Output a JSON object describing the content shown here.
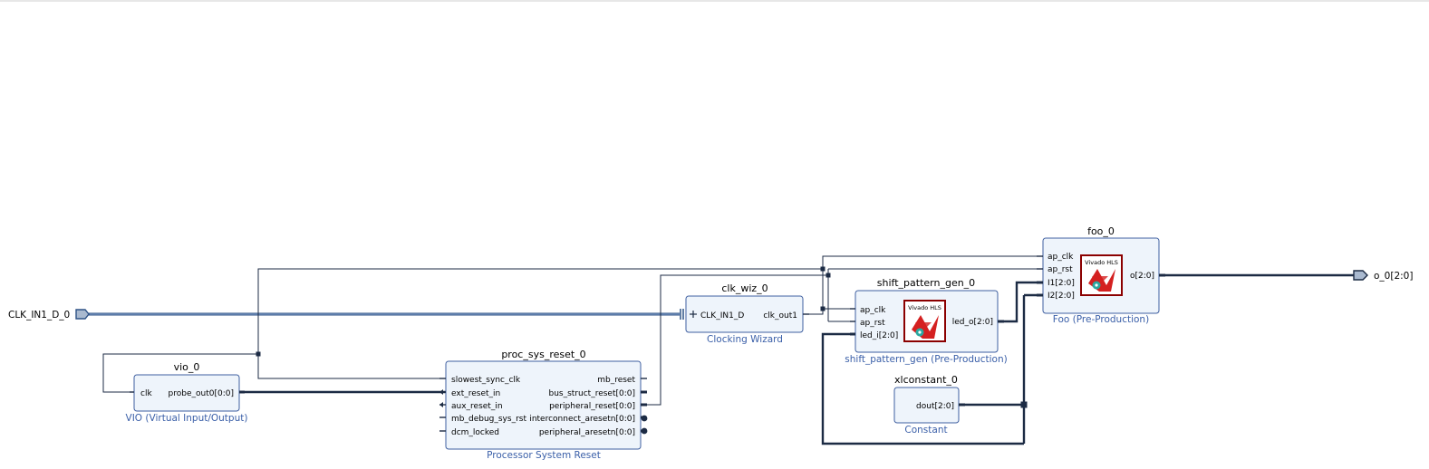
{
  "ports": {
    "clk_in": "CLK_IN1_D_0",
    "out": "o_0[2:0]"
  },
  "blocks": {
    "vio": {
      "name": "vio_0",
      "subtitle": "VIO (Virtual Input/Output)",
      "pins": {
        "clk": "clk",
        "probe_out0": "probe_out0[0:0]"
      }
    },
    "proc_sys_reset": {
      "name": "proc_sys_reset_0",
      "subtitle": "Processor System Reset",
      "inputs": [
        "slowest_sync_clk",
        "ext_reset_in",
        "aux_reset_in",
        "mb_debug_sys_rst",
        "dcm_locked"
      ],
      "outputs": [
        "mb_reset",
        "bus_struct_reset[0:0]",
        "peripheral_reset[0:0]",
        "interconnect_aresetn[0:0]",
        "peripheral_aresetn[0:0]"
      ]
    },
    "clk_wiz": {
      "name": "clk_wiz_0",
      "subtitle": "Clocking Wizard",
      "pins": {
        "clk_in": "CLK_IN1_D",
        "clk_out1": "clk_out1"
      }
    },
    "shift_pattern_gen": {
      "name": "shift_pattern_gen_0",
      "subtitle": "shift_pattern_gen (Pre-Production)",
      "inputs": [
        "ap_clk",
        "ap_rst",
        "led_i[2:0]"
      ],
      "output": "led_o[2:0]",
      "logo_text": "Vivado HLS"
    },
    "xlconstant": {
      "name": "xlconstant_0",
      "subtitle": "Constant",
      "output": "dout[2:0]"
    },
    "foo": {
      "name": "foo_0",
      "subtitle": "Foo (Pre-Production)",
      "inputs": [
        "ap_clk",
        "ap_rst",
        "I1[2:0]",
        "I2[2:0]"
      ],
      "output": "o[2:0]",
      "logo_text": "Vivado HLS"
    }
  },
  "colors": {
    "block_fill": "#eef4fb",
    "block_border": "#3f5fa0",
    "wire": "#1c2b44",
    "diff_bus": "#2e5286",
    "subtitle": "#3a5fa8",
    "hls_logo_border": "#8b0000",
    "hls_logo_red": "#d42020",
    "hls_logo_teal": "#2aa8a0"
  }
}
